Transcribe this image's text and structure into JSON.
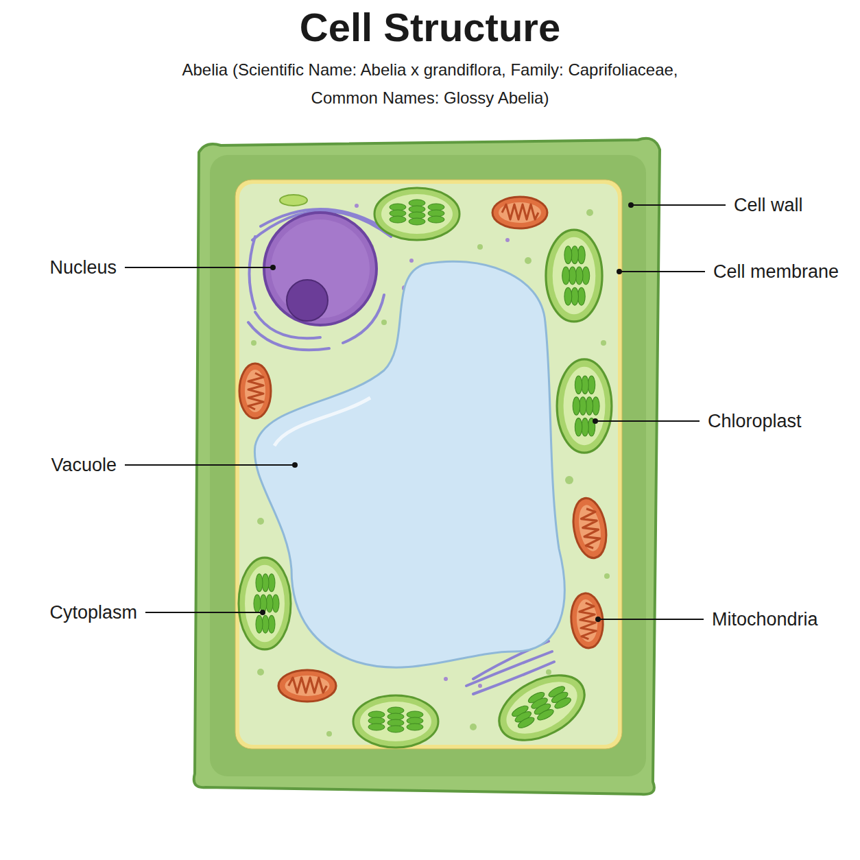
{
  "diagram": {
    "title": "Cell Structure",
    "labels": [
      "Abelia (Scientific Name: Abelia x grandiflora, Family: Caprifoliaceae, Common Names: Glossy Abelia)",
      "Nucleus",
      "Vacuole",
      "Cytoplasm",
      "Cell wall",
      "Cell membrane",
      "Chloroplast",
      "Mitochondria"
    ]
  }
}
